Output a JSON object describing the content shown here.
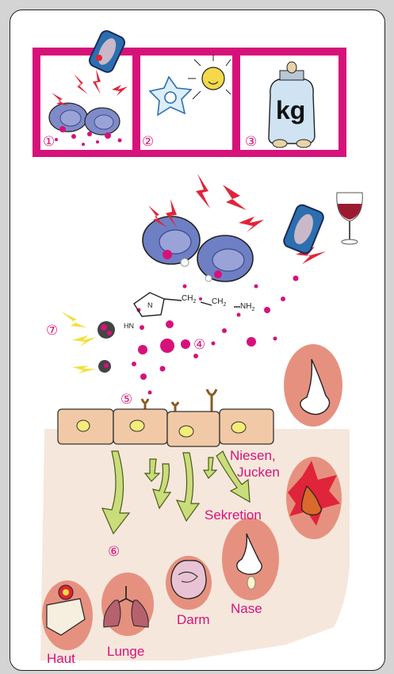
{
  "colors": {
    "magenta": "#d6127a",
    "skin": "#f6e7dc",
    "cell": "#f2c9a6",
    "arrow": "#c9dd7a",
    "red": "#e0243a",
    "blob": "#e6917f"
  },
  "top_panel": {
    "labels": [
      "①",
      "②",
      "③"
    ],
    "weight_text": "kg"
  },
  "diagram": {
    "numbers": {
      "n4": "④",
      "n5": "⑤",
      "n6": "⑥",
      "n7": "⑦"
    },
    "chem": {
      "ch2_a": "CH",
      "ch2_b": "CH",
      "nh2": "NH",
      "sub2": "2",
      "hn": "HN",
      "n": "N"
    },
    "labels": {
      "niesen": "Niesen,",
      "jucken": "Jucken",
      "sekretion": "Sekretion",
      "nase": "Nase",
      "darm": "Darm",
      "lunge": "Lunge",
      "haut": "Haut"
    }
  }
}
